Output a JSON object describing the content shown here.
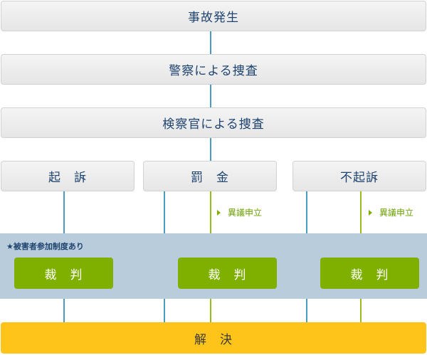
{
  "stages": {
    "incident": "事故発生",
    "police": "警察による捜査",
    "prosecutor": "検察官による捜査"
  },
  "dispositions": {
    "indictment": "起　訴",
    "fine": "罰　金",
    "non_indictment": "不起訴"
  },
  "appeal_label": "異議申立",
  "band_note": "★被害者参加制度あり",
  "trial_label": "裁　判",
  "resolution": "解　決"
}
